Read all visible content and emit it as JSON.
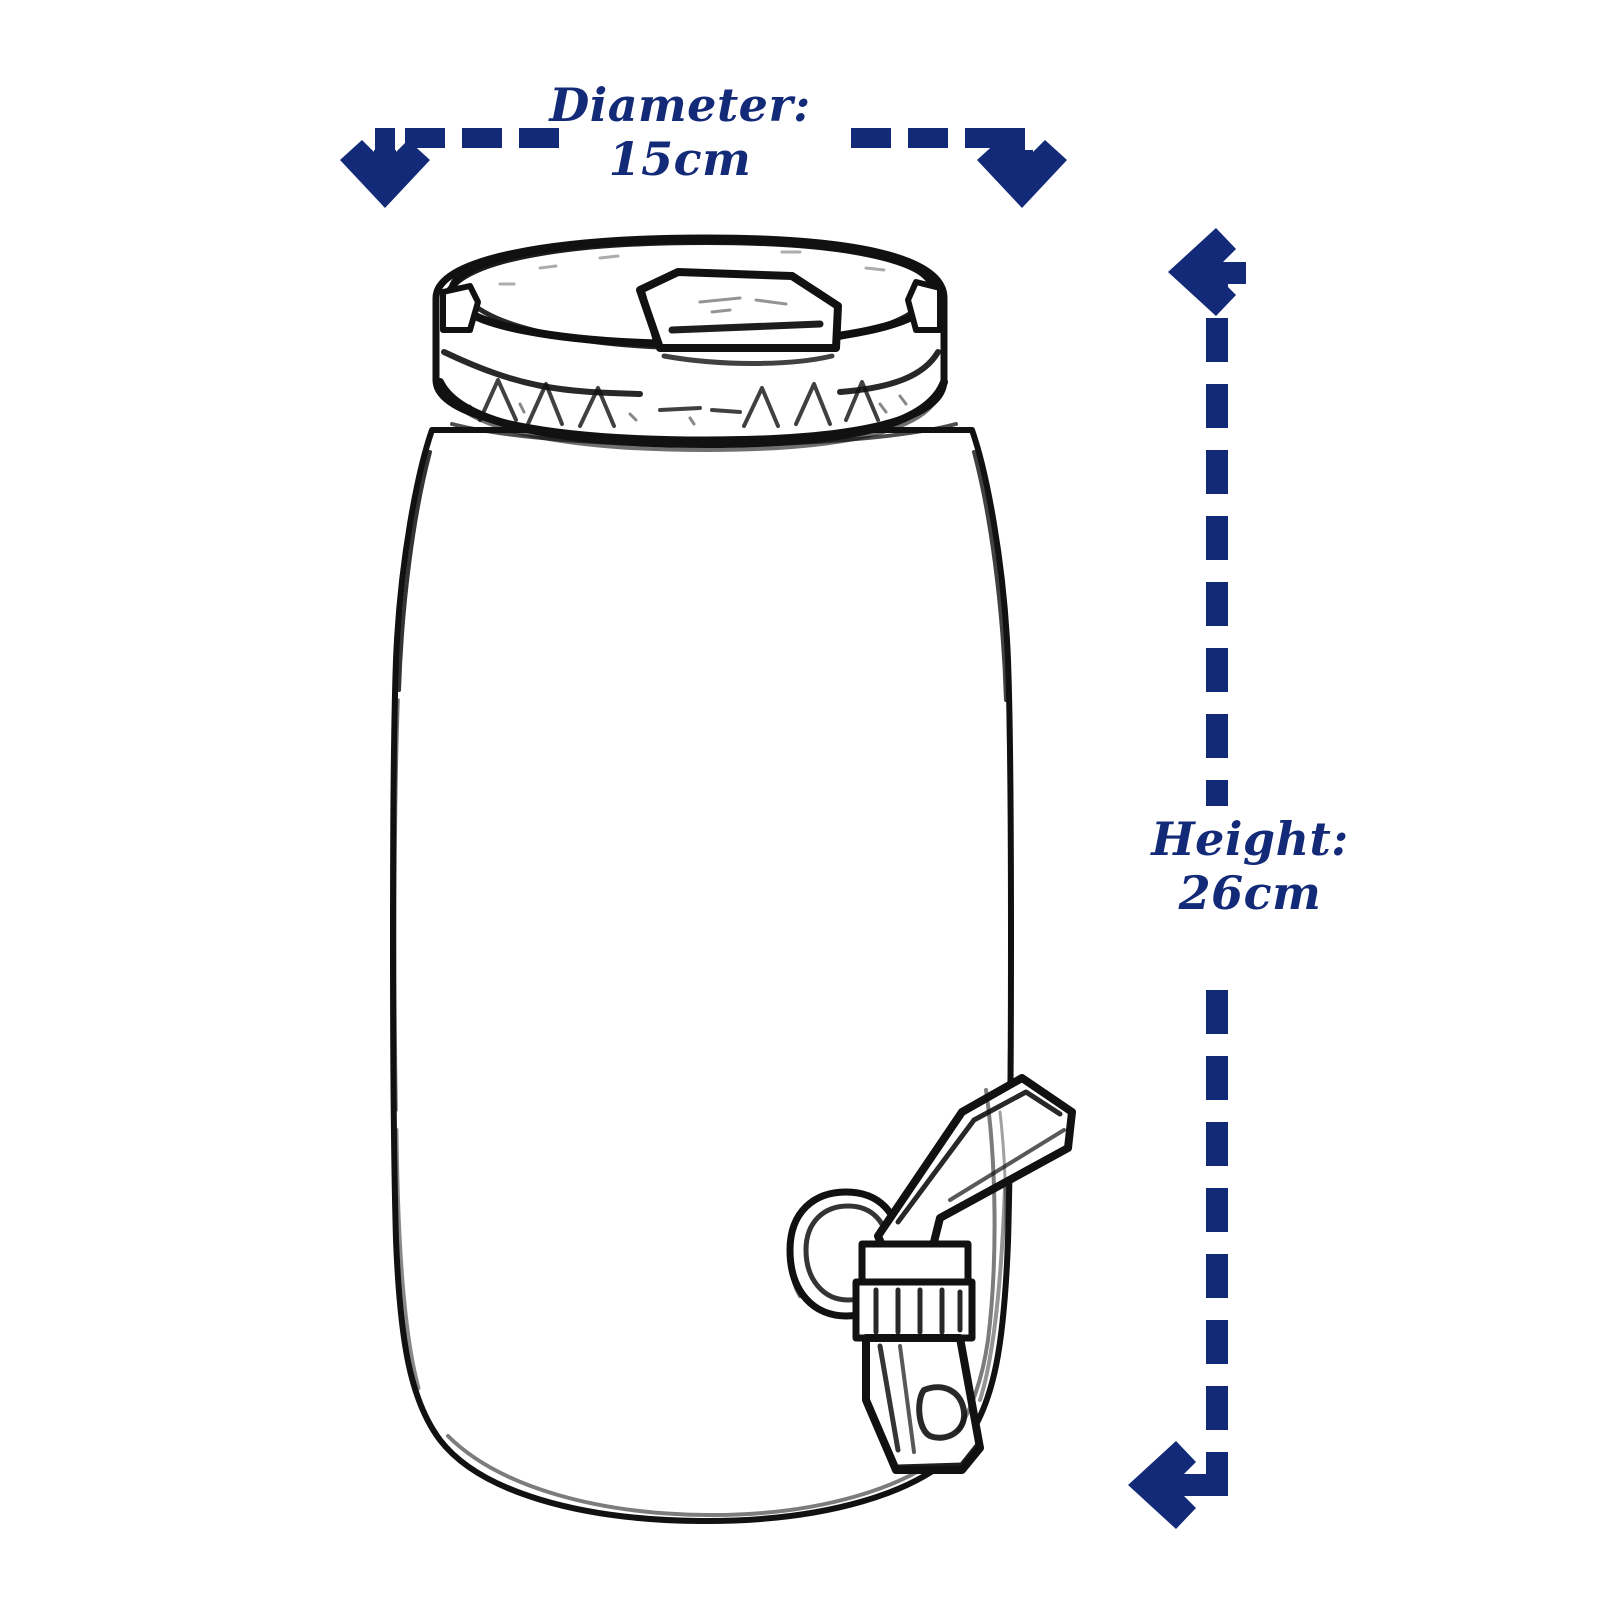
{
  "page": {
    "background_color": "#ffffff",
    "subject": "glass drink dispenser jar with screw lid and plastic spigot tap",
    "line_color": "#111111",
    "accent_color": "#132a78"
  },
  "dimensions": {
    "diameter": {
      "label": "Diameter:",
      "value": "15cm",
      "text": "Diameter:\n15cm",
      "orientation": "horizontal",
      "arrow_direction": "down",
      "arrow_count": 2
    },
    "height": {
      "label": "Height:",
      "value": "26cm",
      "text": "Height:\n26cm",
      "orientation": "vertical",
      "arrow_direction": "left",
      "arrow_count": 2
    }
  },
  "product": {
    "lid": "ridged screw-top lid with raised center tab",
    "body": "cylindrical jar body with rounded shoulders and base",
    "tap": "lever-handle spigot with knurled nut and spout"
  }
}
